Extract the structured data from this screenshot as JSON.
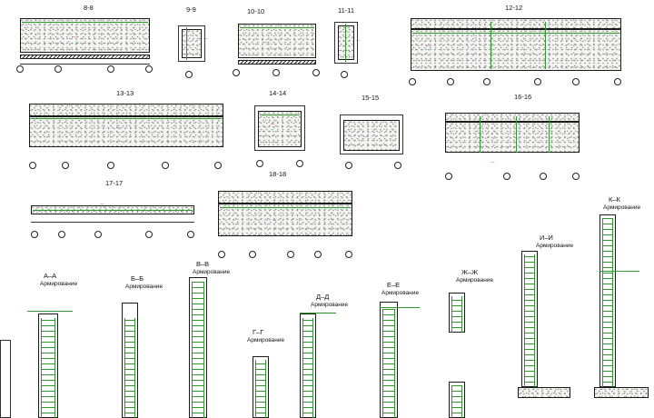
{
  "sheet": {
    "sections": [
      {
        "id": "8-8",
        "label": "8-8"
      },
      {
        "id": "9-9",
        "label": "9-9"
      },
      {
        "id": "10-10",
        "label": "10-10"
      },
      {
        "id": "11-11",
        "label": "11-11"
      },
      {
        "id": "12-12",
        "label": "12-12"
      },
      {
        "id": "13-13",
        "label": "13-13"
      },
      {
        "id": "14-14",
        "label": "14-14"
      },
      {
        "id": "15-15",
        "label": "15-15"
      },
      {
        "id": "16-16",
        "label": "16-16"
      },
      {
        "id": "17-17",
        "label": "17-17"
      },
      {
        "id": "18-18",
        "label": "18-18"
      }
    ],
    "details": [
      {
        "id": "A-A",
        "label": "А–А",
        "subtitle": "Армирование"
      },
      {
        "id": "B-B",
        "label": "Б–Б",
        "subtitle": "Армирование"
      },
      {
        "id": "V-V",
        "label": "В–В",
        "subtitle": "Армирование"
      },
      {
        "id": "G-G",
        "label": "Г–Г",
        "subtitle": "Армирование"
      },
      {
        "id": "D-D",
        "label": "Д–Д",
        "subtitle": "Армирование"
      },
      {
        "id": "E-E",
        "label": "Е–Е",
        "subtitle": "Армирование"
      },
      {
        "id": "Zh-Zh",
        "label": "Ж–Ж",
        "subtitle": "Армирование"
      },
      {
        "id": "I-I",
        "label": "И–И",
        "subtitle": "Армирование"
      },
      {
        "id": "K-K",
        "label": "К–К",
        "subtitle": "Армирование"
      }
    ]
  }
}
